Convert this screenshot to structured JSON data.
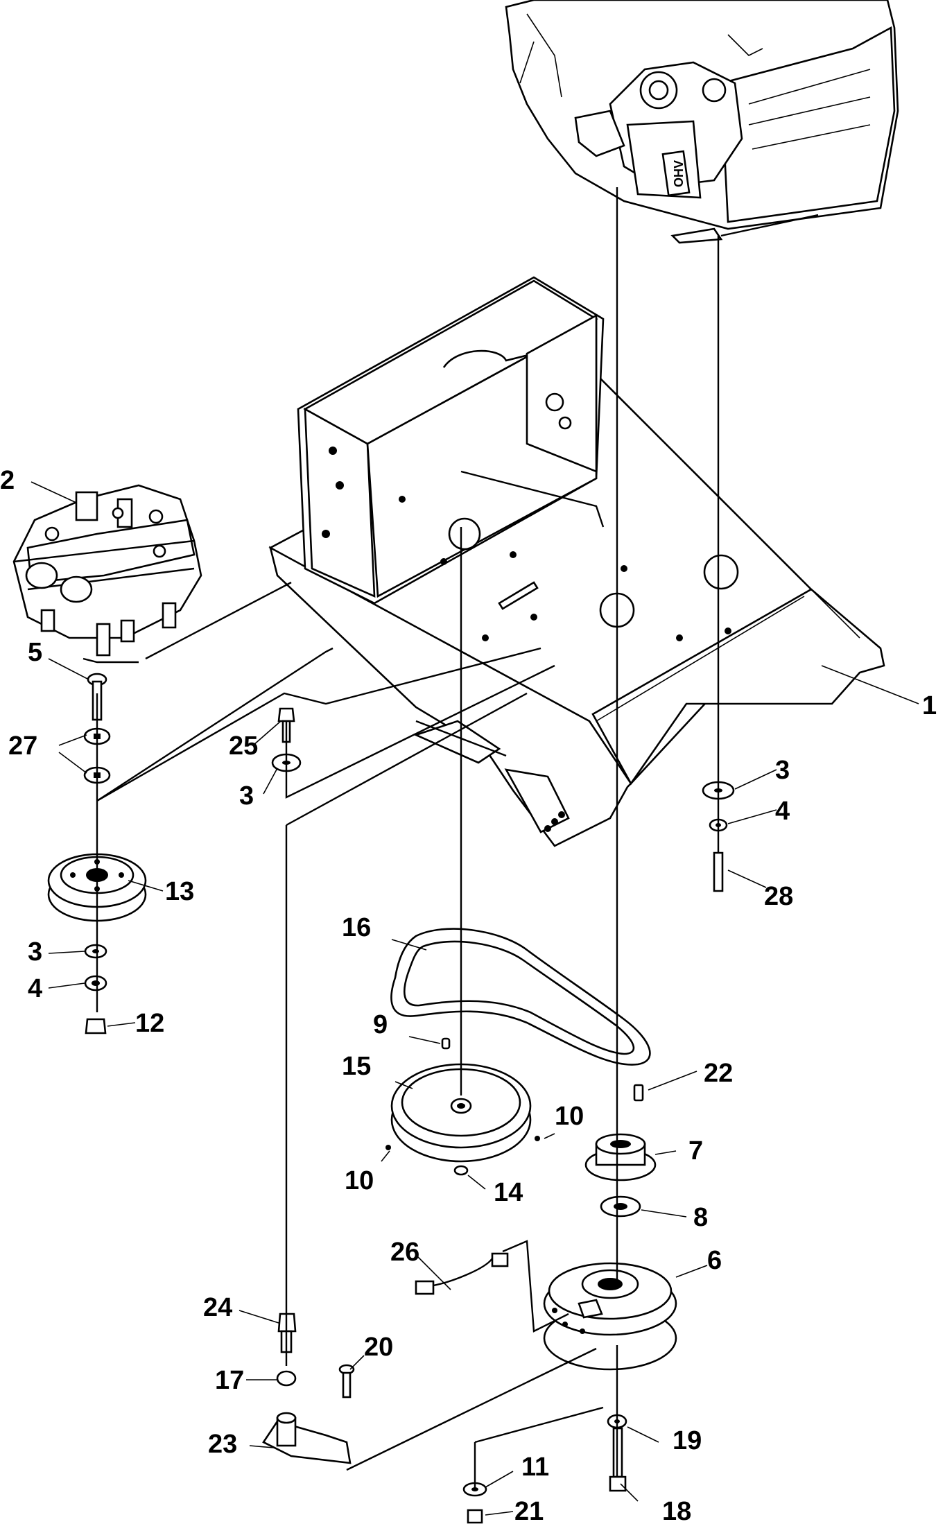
{
  "diagram": {
    "callouts": [
      {
        "id": "c1",
        "label": "1"
      },
      {
        "id": "c2",
        "label": "2"
      },
      {
        "id": "c3a",
        "label": "3"
      },
      {
        "id": "c3b",
        "label": "3"
      },
      {
        "id": "c3c",
        "label": "3"
      },
      {
        "id": "c4a",
        "label": "4"
      },
      {
        "id": "c4b",
        "label": "4"
      },
      {
        "id": "c5",
        "label": "5"
      },
      {
        "id": "c6",
        "label": "6"
      },
      {
        "id": "c7",
        "label": "7"
      },
      {
        "id": "c8",
        "label": "8"
      },
      {
        "id": "c9",
        "label": "9"
      },
      {
        "id": "c10a",
        "label": "10"
      },
      {
        "id": "c10b",
        "label": "10"
      },
      {
        "id": "c11",
        "label": "11"
      },
      {
        "id": "c12",
        "label": "12"
      },
      {
        "id": "c13",
        "label": "13"
      },
      {
        "id": "c14",
        "label": "14"
      },
      {
        "id": "c15",
        "label": "15"
      },
      {
        "id": "c16",
        "label": "16"
      },
      {
        "id": "c17",
        "label": "17"
      },
      {
        "id": "c18",
        "label": "18"
      },
      {
        "id": "c19",
        "label": "19"
      },
      {
        "id": "c20",
        "label": "20"
      },
      {
        "id": "c21",
        "label": "21"
      },
      {
        "id": "c22",
        "label": "22"
      },
      {
        "id": "c23",
        "label": "23"
      },
      {
        "id": "c24",
        "label": "24"
      },
      {
        "id": "c25",
        "label": "25"
      },
      {
        "id": "c26",
        "label": "26"
      },
      {
        "id": "c27",
        "label": "27"
      },
      {
        "id": "c28",
        "label": "28"
      }
    ],
    "engine_badge": "OHV"
  }
}
